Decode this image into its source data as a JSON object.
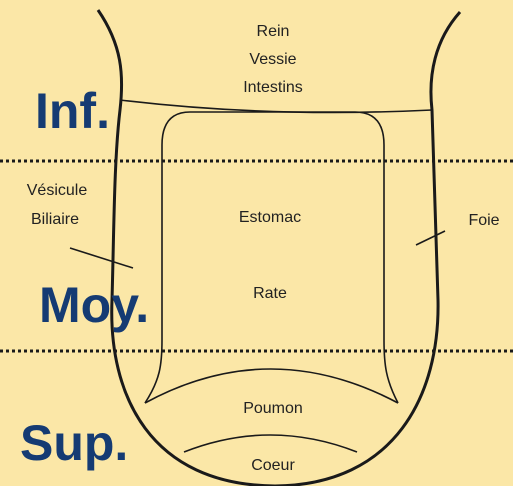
{
  "colors": {
    "background": "#fbe7a7",
    "zone_label": "#153b73",
    "line": "#1a1a1a"
  },
  "zones": {
    "inferior": "Inf.",
    "middle": "Moy.",
    "superior": "Sup."
  },
  "organs": {
    "rein": "Rein",
    "vessie": "Vessie",
    "intestins": "Intestins",
    "vesicule": "Vésicule",
    "biliaire": "Biliaire",
    "estomac": "Estomac",
    "foie": "Foie",
    "rate": "Rate",
    "poumon": "Poumon",
    "coeur": "Coeur"
  }
}
